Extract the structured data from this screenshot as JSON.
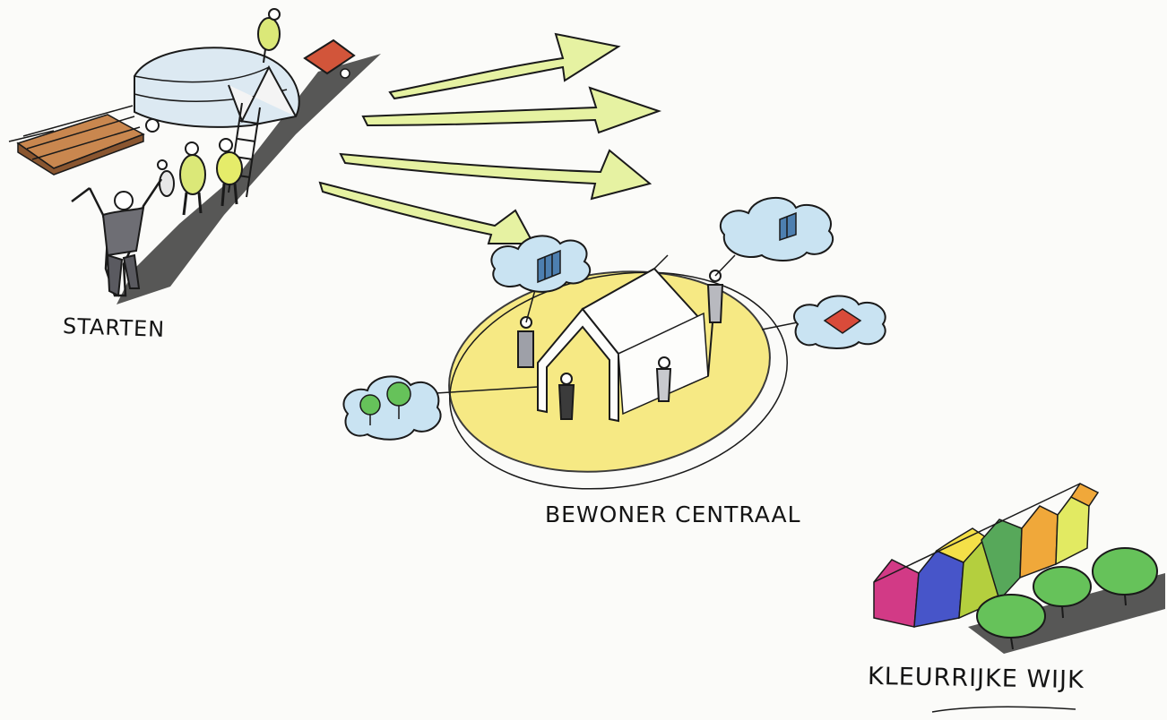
{
  "labels": {
    "start": "STARTEN",
    "center": "BEWONER CENTRAAL",
    "neighbourhood": "KLEURRIJKE WIJK"
  },
  "colors": {
    "ink": "#1a1a1a",
    "arrow_fill": "#e6f2a2",
    "ellipse_fill": "#f6e770",
    "cloud_fill": "#c9e3f2",
    "wood": "#c9874f",
    "figure_yellow": "#dbe878",
    "roof_red": "#d94b3a",
    "tree_green": "#66c25a",
    "house_colors": [
      "#d23a86",
      "#4755c9",
      "#b4cf3e",
      "#f4e048",
      "#57a85a",
      "#e2ea62",
      "#f0a83a"
    ]
  },
  "icons": [
    "wood-planks-icon",
    "hut-icon",
    "ladder-icon",
    "worker-icon",
    "arrow-icon",
    "cloud-icon",
    "window-icon",
    "roof-icon",
    "tree-icon",
    "house-icon",
    "person-icon"
  ]
}
